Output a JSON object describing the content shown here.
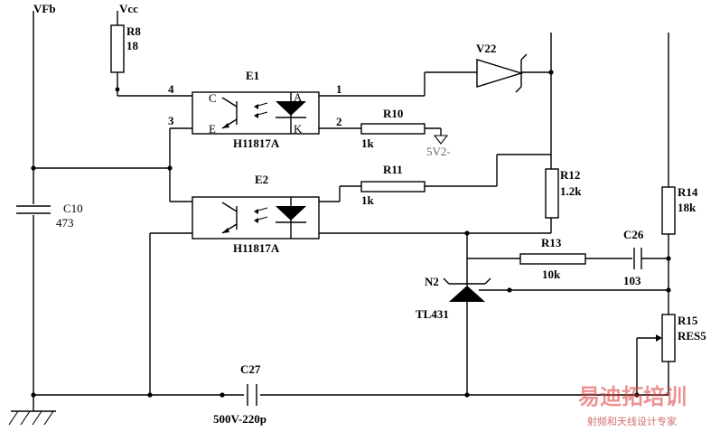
{
  "nets": {
    "vfb": "VFb",
    "vcc": "Vcc",
    "ref": "5V2-"
  },
  "r8": {
    "ref": "R8",
    "value": "18"
  },
  "r10": {
    "ref": "R10",
    "value": "1k"
  },
  "r11": {
    "ref": "R11",
    "value": "1k"
  },
  "r12": {
    "ref": "R12",
    "value": "1.2k"
  },
  "r13": {
    "ref": "R13",
    "value": "10k"
  },
  "r14": {
    "ref": "R14",
    "value": "18k"
  },
  "r15": {
    "ref": "R15",
    "value": "RES5"
  },
  "c10": {
    "ref": "C10",
    "value": "473"
  },
  "c26": {
    "ref": "C26",
    "value": "103"
  },
  "c27": {
    "ref": "C27",
    "value": "500V-220p"
  },
  "v22": {
    "ref": "V22"
  },
  "n2": {
    "ref": "N2",
    "value": "TL431"
  },
  "e1": {
    "ref": "E1",
    "part": "H11817A",
    "pins": {
      "p4": "4",
      "p3": "3",
      "p1": "1",
      "p2": "2",
      "c": "C",
      "e": "E",
      "a": "A",
      "k": "K"
    }
  },
  "e2": {
    "ref": "E2",
    "part": "H11817A"
  },
  "watermark": {
    "logo": "易迪拓培训",
    "tagline": "射频和天线设计专家"
  }
}
